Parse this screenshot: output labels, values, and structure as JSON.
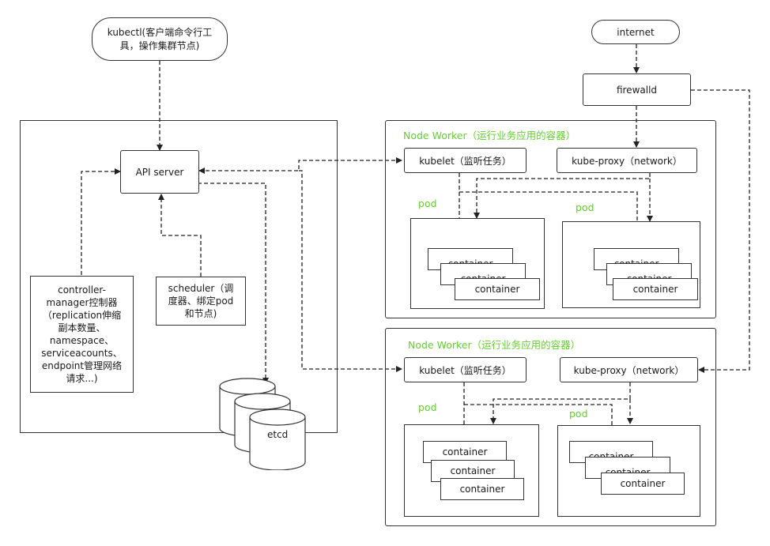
{
  "kubectl": {
    "line1": "kubectl(客户端命令行工",
    "line2": "具，操作集群节点)"
  },
  "internet": "internet",
  "firewalld": "firewalld",
  "api_server": "API server",
  "controller_manager": {
    "lines": [
      "controller-",
      "manager控制器",
      "（replication伸缩",
      "副本数量、",
      "namespace、",
      "serviceacounts、",
      "endpoint管理网络",
      "请求...)"
    ]
  },
  "scheduler": {
    "lines": [
      "scheduler（调",
      "度器、绑定pod",
      "和节点)"
    ]
  },
  "etcd": "etcd",
  "node_worker_1": {
    "title": "Node Worker（运行业务应用的容器）",
    "kubelet": "kubelet（监听任务）",
    "kube_proxy": "kube-proxy（network）",
    "pod_left_label": "pod",
    "pod_right_label": "pod",
    "pod_left_containers": [
      "container",
      "container",
      "container"
    ],
    "pod_right_containers": [
      "container",
      "container",
      "container"
    ]
  },
  "node_worker_2": {
    "title": "Node Worker（运行业务应用的容器）",
    "kubelet": "kubelet（监听任务）",
    "kube_proxy": "kube-proxy（network）",
    "pod_left_label": "pod",
    "pod_right_label": "pod",
    "pod_left_containers": [
      "container",
      "container",
      "container"
    ],
    "pod_right_containers": [
      "container",
      "container",
      "container"
    ]
  },
  "colors": {
    "node_title": "#66cc33",
    "stroke": "#333333"
  }
}
